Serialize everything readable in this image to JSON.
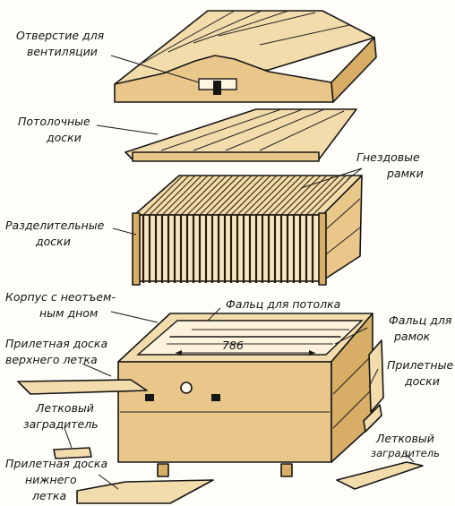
{
  "labels": {
    "vent_hole": [
      "Отверстие для",
      "вентиляции"
    ],
    "ceiling_boards": [
      "Потолочные",
      "доски"
    ],
    "nest_frames": [
      "Гнездовые",
      "рамки"
    ],
    "divider_boards": [
      "Разделительные",
      "доски"
    ],
    "body": [
      "Корпус с неотъем-",
      "ным дном"
    ],
    "ceiling_rebate": "Фальц для потолка",
    "frame_rebate": [
      "Фальц для",
      "рамок"
    ],
    "landing_upper": [
      "Прилетная доска",
      "верхнего летка"
    ],
    "landing_right": [
      "Прилетные",
      "доски"
    ],
    "entrance_guard_left": [
      "Летковый",
      "заградитель"
    ],
    "entrance_guard_right": [
      "Летковый",
      "заградитель"
    ],
    "landing_lower": [
      "Прилетная доска",
      "нижнего",
      "летка"
    ],
    "dimension": "786"
  },
  "colors": {
    "ink": "#161616",
    "wood": "#e9c78a",
    "wood_dark": "#d8ad66",
    "wood_light": "#f3dcac"
  }
}
